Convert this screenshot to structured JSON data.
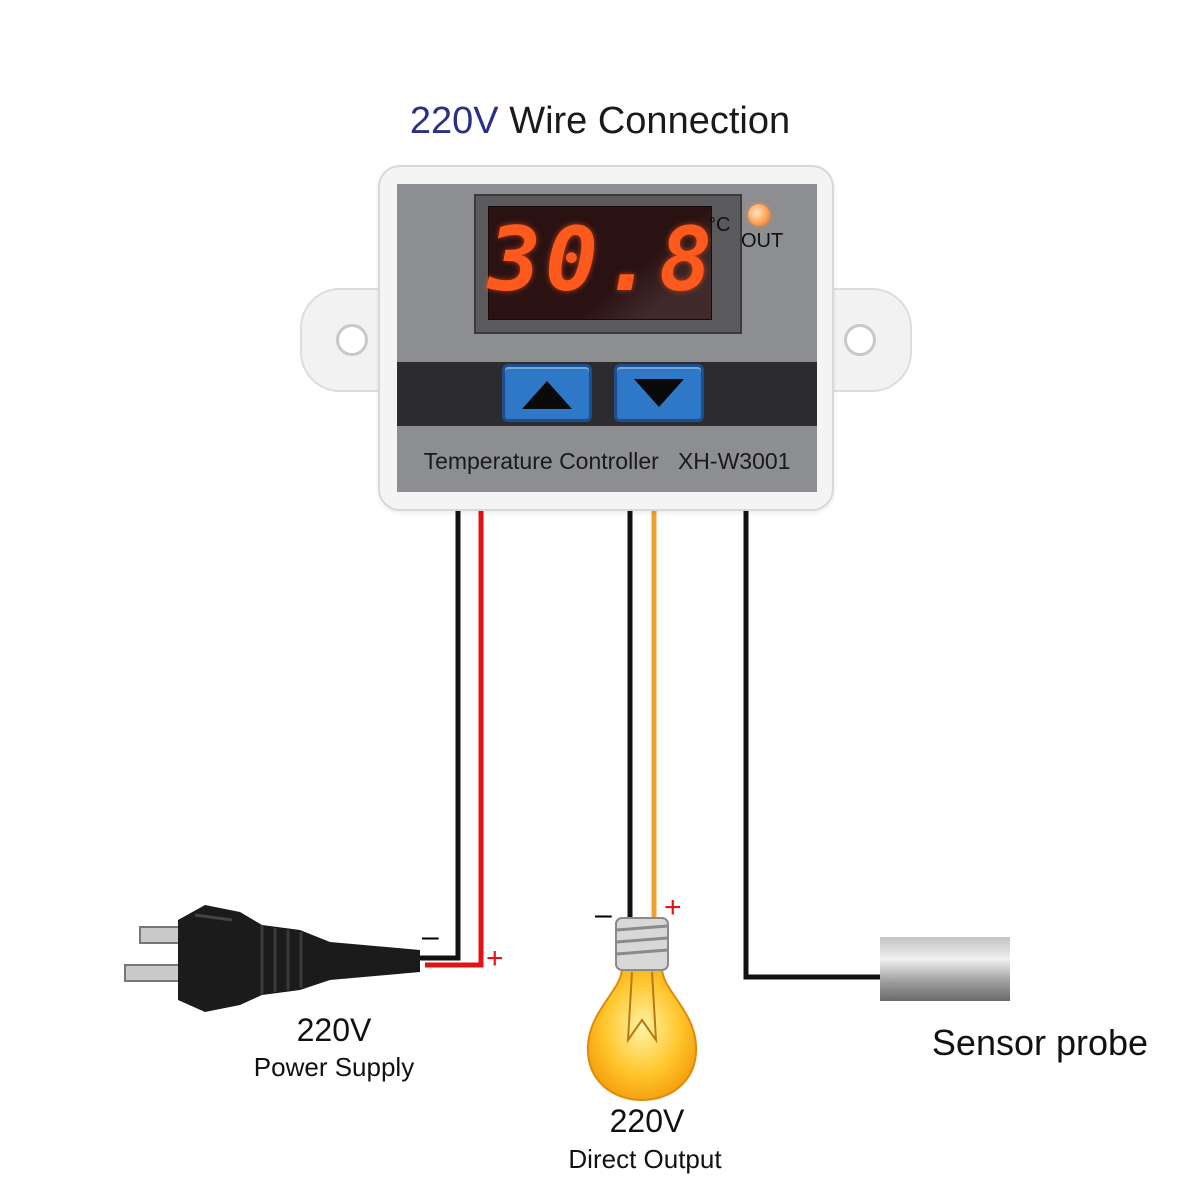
{
  "title": {
    "voltage": "220V",
    "rest": "Wire Connection"
  },
  "controller": {
    "display_value": "30.8",
    "unit": "°C",
    "indicator_label": "OUT",
    "model_name": "Temperature Controller",
    "model_code": "XH-W3001"
  },
  "power": {
    "voltage": "220V",
    "label": "Power Supply",
    "minus": "–",
    "plus": "+"
  },
  "output": {
    "voltage": "220V",
    "label": "Direct Output",
    "minus": "–",
    "plus": "+"
  },
  "sensor": {
    "label": "Sensor probe"
  },
  "colors": {
    "title_accent": "#2b2f86",
    "wire_black": "#111111",
    "wire_red": "#e01414",
    "wire_orange": "#f0a030",
    "button_blue": "#2f78c8",
    "display_digits": "#ff5a1e"
  },
  "icons": {
    "up_button": "triangle-up-icon",
    "down_button": "triangle-down-icon",
    "plug": "power-plug-icon",
    "bulb": "light-bulb-icon",
    "probe": "sensor-probe-icon",
    "led": "status-led-icon"
  }
}
